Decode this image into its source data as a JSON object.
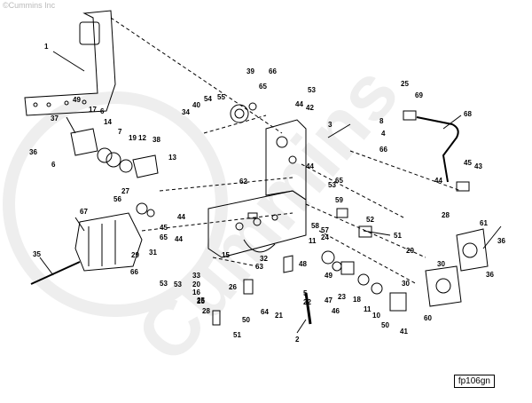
{
  "copyright": "©Cummins Inc",
  "watermark": "Cummins",
  "figure_id": "fp106gn",
  "colors": {
    "ink": "#000000",
    "watermark": "#eeeeee",
    "copyright": "#b9b9b9"
  },
  "callouts": [
    "1",
    "66",
    "39",
    "65",
    "53",
    "44",
    "42",
    "3",
    "8",
    "4",
    "25",
    "69",
    "68",
    "49",
    "17",
    "6",
    "55",
    "54",
    "40",
    "34",
    "37",
    "14",
    "7",
    "19",
    "12",
    "38",
    "36",
    "6",
    "13",
    "27",
    "56",
    "62",
    "66",
    "44",
    "65",
    "45",
    "43",
    "44",
    "28",
    "53",
    "67",
    "59",
    "52",
    "51",
    "61",
    "36",
    "44",
    "45",
    "65",
    "44",
    "58",
    "57",
    "24",
    "29",
    "35",
    "31",
    "29",
    "11",
    "30",
    "66",
    "53",
    "53",
    "33",
    "20",
    "16",
    "15",
    "25",
    "26",
    "63",
    "32",
    "48",
    "5",
    "22",
    "49",
    "47",
    "46",
    "23",
    "18",
    "11",
    "10",
    "30",
    "60",
    "36",
    "25",
    "28",
    "50",
    "64",
    "21",
    "50",
    "41",
    "51",
    "2"
  ]
}
